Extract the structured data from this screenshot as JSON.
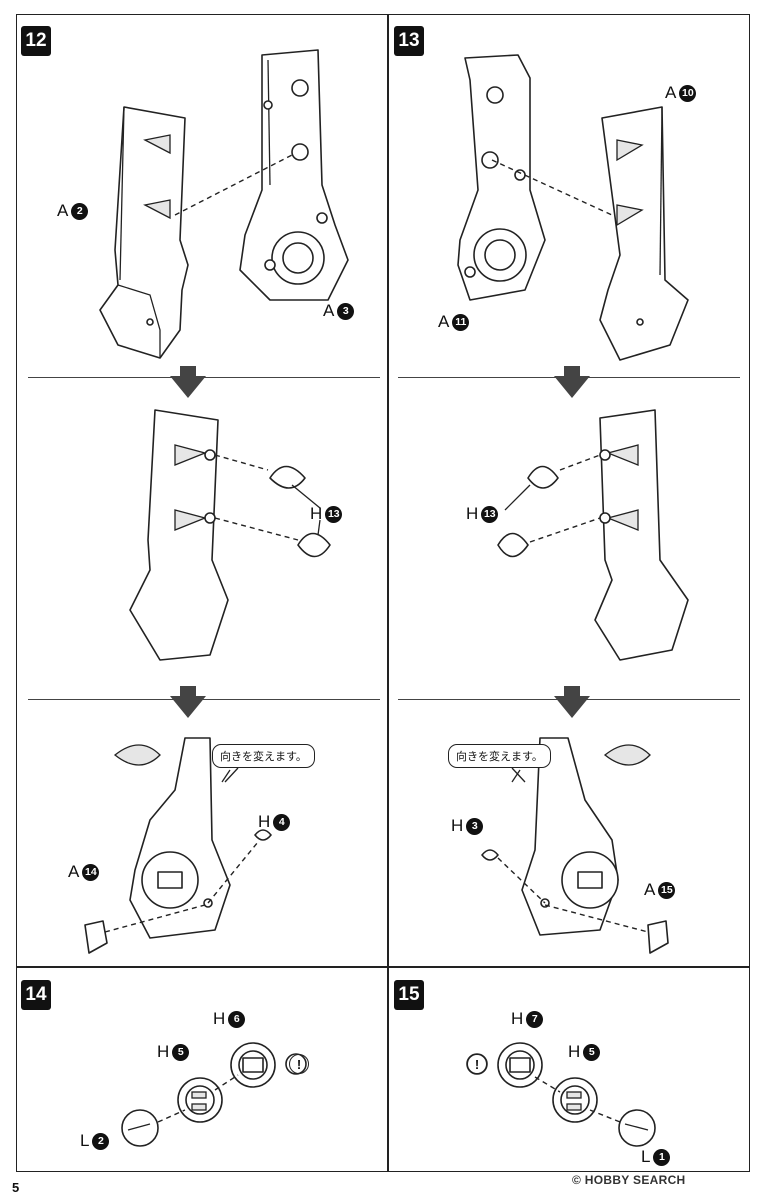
{
  "steps": {
    "s12": "12",
    "s13": "13",
    "s14": "14",
    "s15": "15"
  },
  "labels": {
    "a2": {
      "letter": "A",
      "num": "2"
    },
    "a3": {
      "letter": "A",
      "num": "3"
    },
    "a10": {
      "letter": "A",
      "num": "10"
    },
    "a11": {
      "letter": "A",
      "num": "11"
    },
    "h13_left": {
      "letter": "H",
      "num": "13"
    },
    "h13_right": {
      "letter": "H",
      "num": "13"
    },
    "h4": {
      "letter": "H",
      "num": "4"
    },
    "a14": {
      "letter": "A",
      "num": "14"
    },
    "h3": {
      "letter": "H",
      "num": "3"
    },
    "a15": {
      "letter": "A",
      "num": "15"
    },
    "h6": {
      "letter": "H",
      "num": "6"
    },
    "h5_left": {
      "letter": "H",
      "num": "5"
    },
    "l2": {
      "letter": "L",
      "num": "2"
    },
    "h7": {
      "letter": "H",
      "num": "7"
    },
    "h5_right": {
      "letter": "H",
      "num": "5"
    },
    "l1": {
      "letter": "L",
      "num": "1"
    }
  },
  "callouts": {
    "left": "向きを変えます。",
    "right": "向きを変えます。"
  },
  "warning_mark": "!",
  "page_number": "5",
  "watermark": "© HOBBY SEARCH"
}
